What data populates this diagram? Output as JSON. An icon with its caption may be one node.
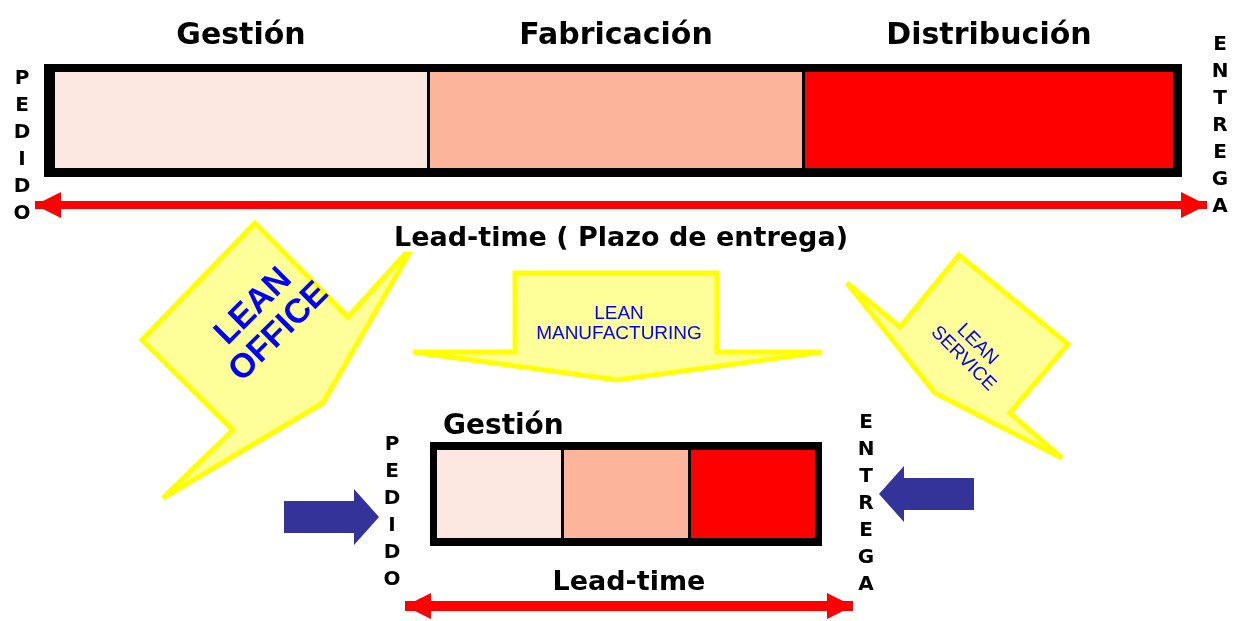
{
  "diagram": {
    "nodes": [
      {
        "text": [],
        "shape": "box"
      },
      {
        "text": [
          "Gestión"
        ],
        "in": 0
      },
      {
        "text": [
          "Fabricación"
        ],
        "in": 0
      },
      {
        "text": [
          "Distribución"
        ],
        "in": 0
      },
      {
        "text": [
          "PEDIDO"
        ]
      },
      {
        "text": [
          "ENTREGA"
        ]
      },
      {
        "text": [
          "LEAN OFFICE"
        ]
      },
      {
        "text": [
          "LEAN MANUFACTURING"
        ]
      },
      {
        "text": [
          "LEAN SERVICE"
        ]
      },
      {
        "text": [],
        "shape": "box"
      },
      {
        "text": [
          "Gestión"
        ],
        "in": 9
      },
      {
        "text": [],
        "shape": "box",
        "in": 9
      },
      {
        "text": [],
        "shape": "box",
        "in": 9
      },
      {
        "text": [
          "PEDIDO"
        ]
      },
      {
        "text": [
          "ENTREGA"
        ]
      }
    ],
    "edges": [
      {
        "from": 4,
        "to": 5,
        "arrow": "both",
        "label": "Lead-time ( Plazo de entrega)"
      },
      {
        "from": 13,
        "to": 14,
        "arrow": "both",
        "label": "Lead-time"
      },
      {
        "from": null,
        "to": 13,
        "arrow": "to",
        "color": "#333399",
        "style": "thick"
      },
      {
        "from": null,
        "to": 14,
        "arrow": "to",
        "color": "#333399",
        "style": "thick"
      }
    ]
  }
}
